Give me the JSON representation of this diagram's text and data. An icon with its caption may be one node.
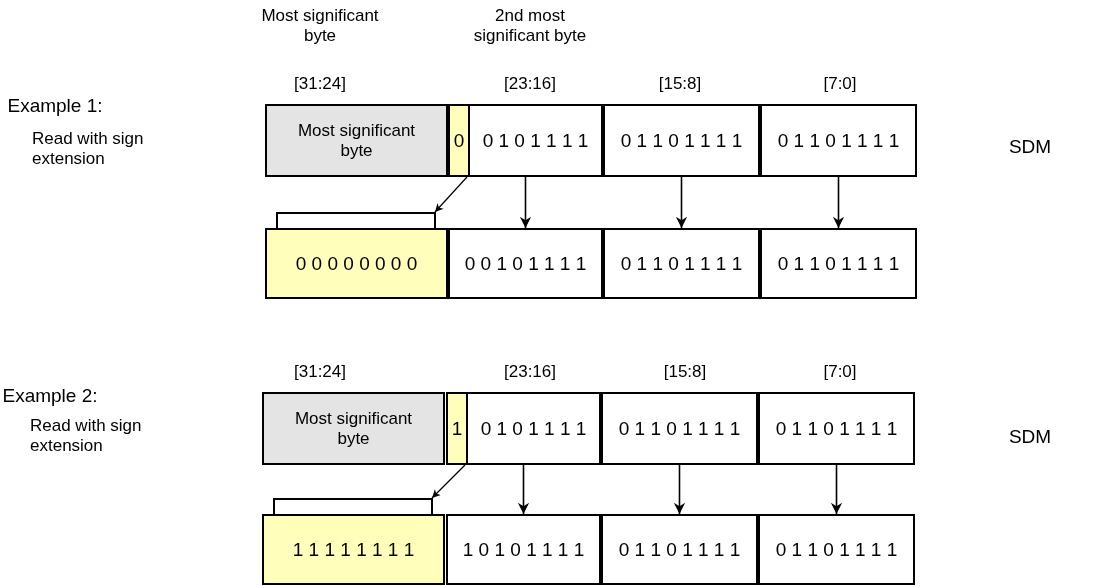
{
  "diagram": {
    "nodes": [
      {
        "text": [
          "Most significant byte"
        ]
      },
      {
        "text": [
          "0 1 0 1 1 1 1"
        ]
      },
      {
        "text": [
          "0"
        ],
        "in": 1
      },
      {
        "text": [
          "0 1 1 0 1 1 1 1"
        ]
      },
      {
        "text": [
          "0 1 1 0 1 1 1 1"
        ]
      },
      {
        "text": [],
        "shape": "bracket"
      },
      {
        "text": [
          "0 0 0 0 0 0 0 0"
        ]
      },
      {
        "text": [
          "0 0 1 0 1 1 1 1"
        ]
      },
      {
        "text": [
          "0 1 1 0 1 1 1 1"
        ]
      },
      {
        "text": [
          "0 1 1 0 1 1 1 1"
        ]
      },
      {
        "text": [
          "Most significant byte"
        ]
      },
      {
        "text": [
          "0 1 0 1 1 1 1"
        ]
      },
      {
        "text": [
          "1"
        ],
        "in": 11
      },
      {
        "text": [
          "0 1 1 0 1 1 1 1"
        ]
      },
      {
        "text": [
          "0 1 1 0 1 1 1 1"
        ]
      },
      {
        "text": [],
        "shape": "bracket"
      },
      {
        "text": [
          "1 1 1 1 1 1 1 1"
        ]
      },
      {
        "text": [
          "1 0 1 0 1 1 1 1"
        ]
      },
      {
        "text": [
          "0 1 1 0 1 1 1 1"
        ]
      },
      {
        "text": [
          "0 1 1 0 1 1 1 1"
        ]
      }
    ],
    "edges": [
      {
        "from": 2,
        "to": 5,
        "arrow": "to"
      },
      {
        "from": 1,
        "to": 7,
        "arrow": "to"
      },
      {
        "from": 3,
        "to": 8,
        "arrow": "to"
      },
      {
        "from": 4,
        "to": 9,
        "arrow": "to"
      },
      {
        "from": 12,
        "to": 15,
        "arrow": "to"
      },
      {
        "from": 11,
        "to": 17,
        "arrow": "to"
      },
      {
        "from": 13,
        "to": 18,
        "arrow": "to"
      },
      {
        "from": 14,
        "to": 19,
        "arrow": "to"
      }
    ],
    "labels": [
      "Most significant byte",
      "2nd most significant byte",
      "[31:24]",
      "[23:16]",
      "[15:8]",
      "[7:0]",
      "Example 1:",
      "Read with sign extension",
      "SDM",
      "[31:24]",
      "[23:16]",
      "[15:8]",
      "[7:0]",
      "Example 2:",
      "Read with sign extension",
      "SDM"
    ]
  }
}
